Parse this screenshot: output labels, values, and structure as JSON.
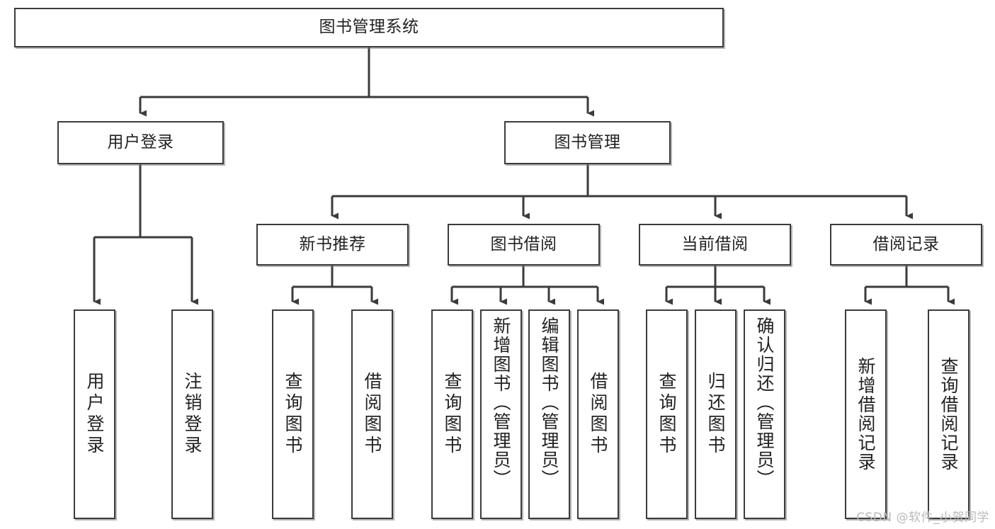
{
  "diagram": {
    "title": "图书管理系统",
    "type": "tree-hierarchy-chart",
    "watermark": "CSDN @软件_小贺同学",
    "colors": {
      "box_border": "#3b3b3b",
      "box_fill": "#ffffff",
      "edge": "#3b3b3b",
      "text": "#222222",
      "watermark": "#b9b9b9"
    },
    "levels": {
      "root": {
        "label": "图书管理系统"
      },
      "level2": [
        {
          "label": "用户登录"
        },
        {
          "label": "图书管理"
        }
      ],
      "level3": [
        {
          "label": "新书推荐"
        },
        {
          "label": "图书借阅"
        },
        {
          "label": "当前借阅"
        },
        {
          "label": "借阅记录"
        }
      ],
      "leaves": {
        "user_login": [
          {
            "label": "用户登录"
          },
          {
            "label": "注销登录"
          }
        ],
        "new_book_recommend": [
          {
            "label": "查询图书"
          },
          {
            "label": "借阅图书"
          }
        ],
        "book_borrow": [
          {
            "label": "查询图书"
          },
          {
            "label": "新增图书（管理员）"
          },
          {
            "label": "编辑图书（管理员）"
          },
          {
            "label": "借阅图书"
          }
        ],
        "current_borrow": [
          {
            "label": "查询图书"
          },
          {
            "label": "归还图书"
          },
          {
            "label": "确认归还（管理员）"
          }
        ],
        "borrow_record": [
          {
            "label": "新增借阅记录"
          },
          {
            "label": "查询借阅记录"
          }
        ]
      }
    }
  }
}
